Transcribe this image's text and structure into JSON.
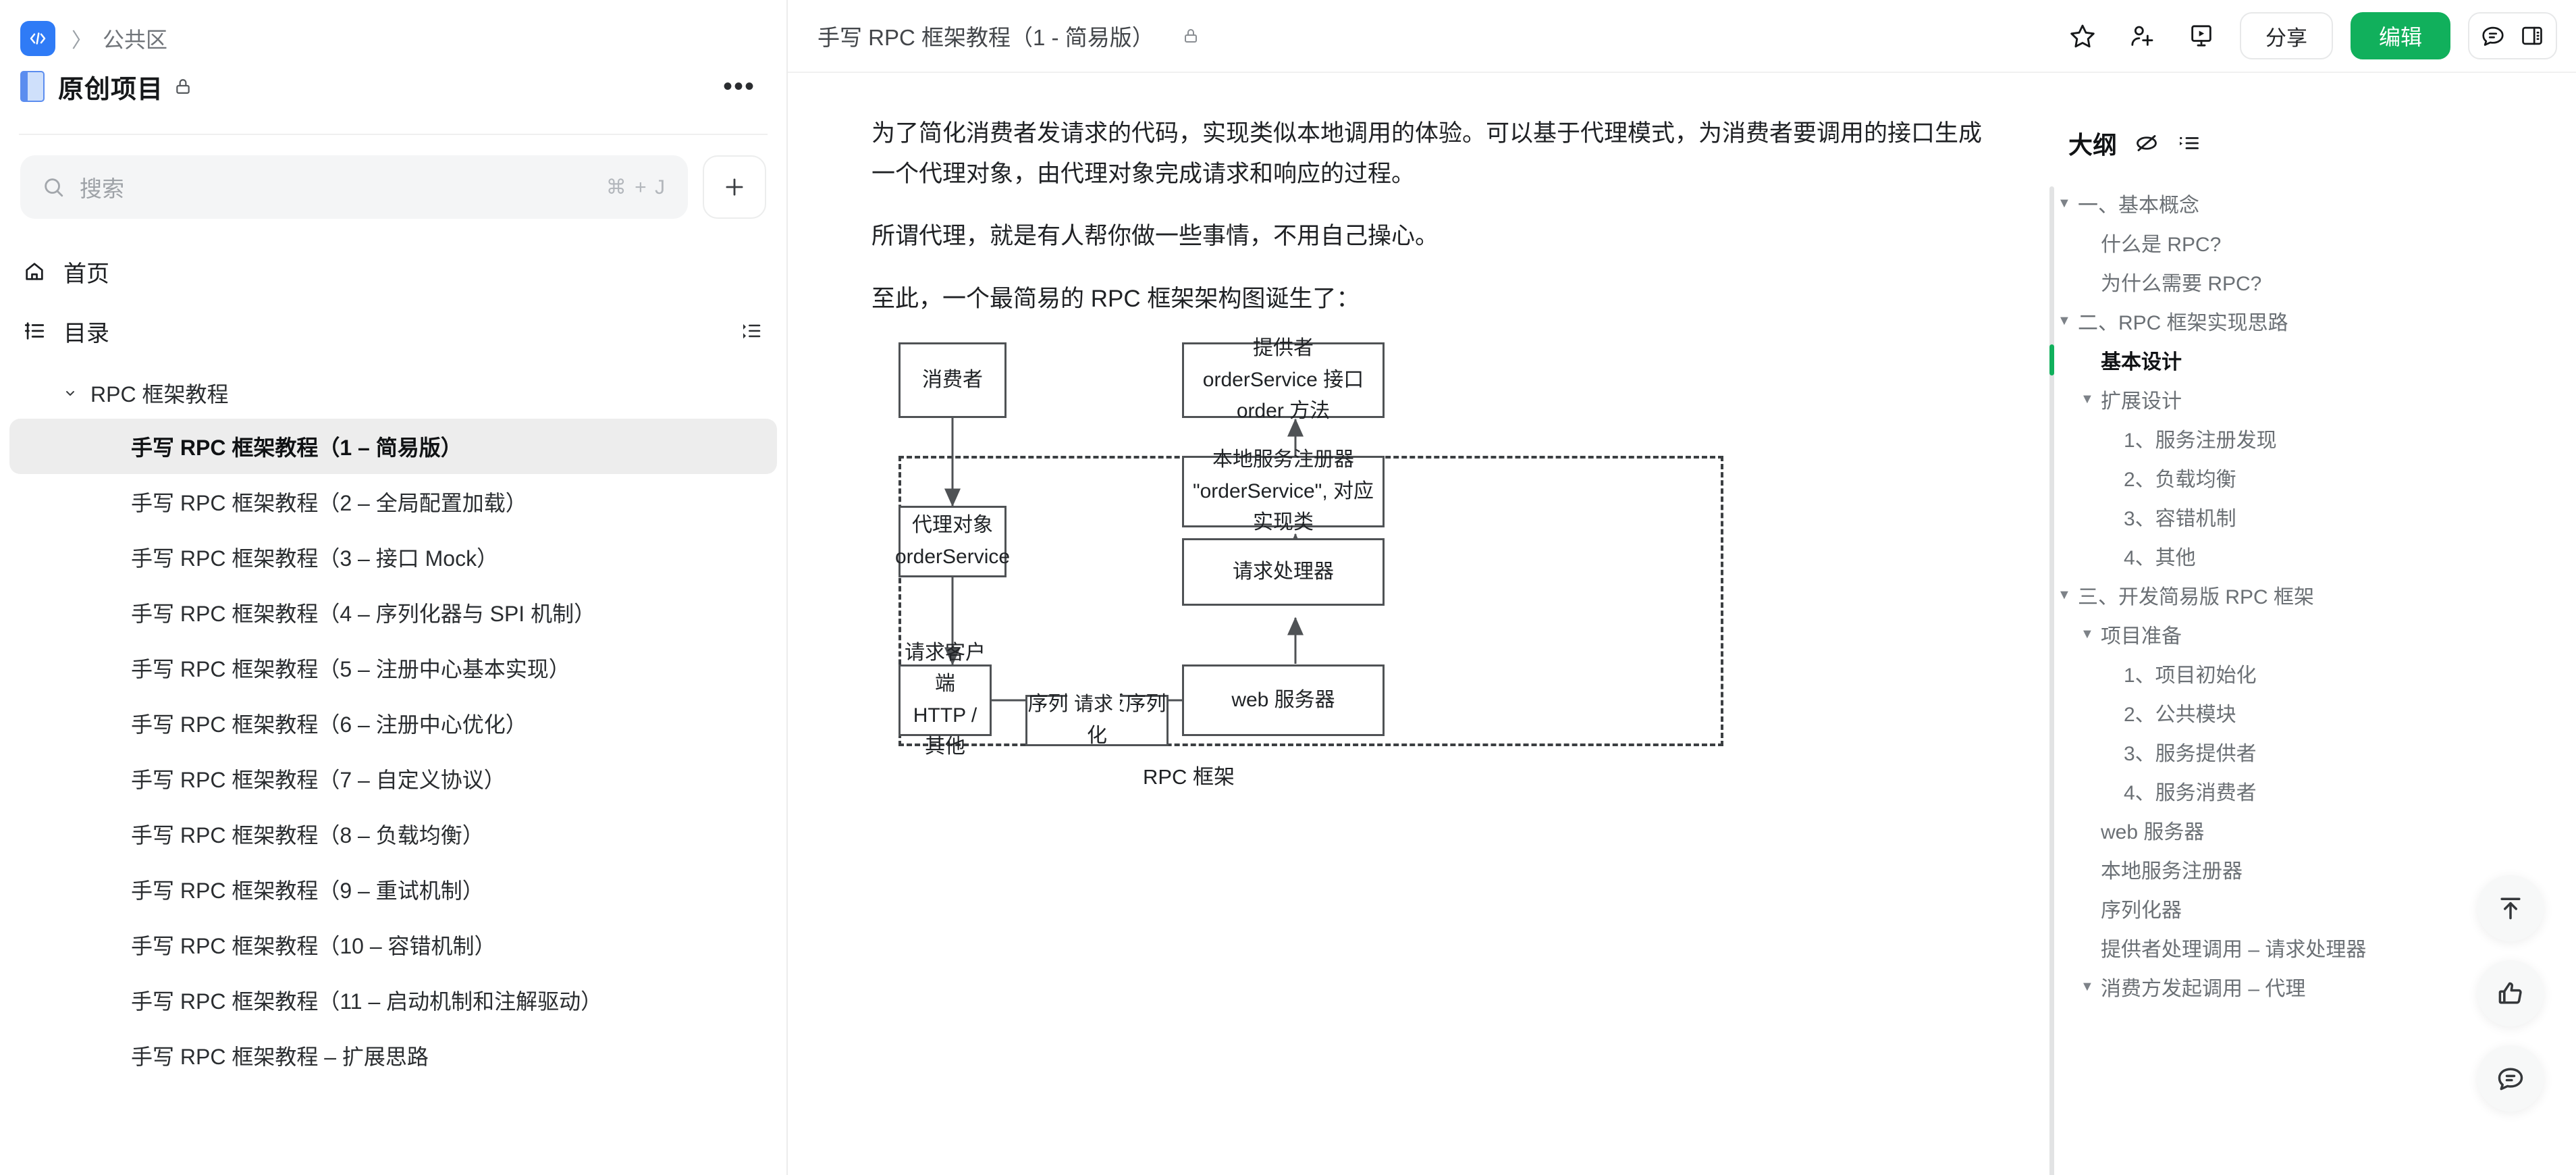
{
  "sidebar": {
    "breadcrumb": {
      "workspace": "公共区",
      "separator": "〉",
      "logo_glyph": "⟨⟩"
    },
    "project": {
      "title": "原创项目",
      "lock_icon": "lock-icon",
      "more_icon": "more-options-icon"
    },
    "search": {
      "placeholder": "搜索",
      "shortcut": "⌘ + J",
      "icon": "search-icon"
    },
    "add_button": {
      "label": "+",
      "icon": "plus-icon"
    },
    "nav": [
      {
        "label": "首页",
        "icon": "home-icon"
      },
      {
        "label": "目录",
        "icon": "directory-icon",
        "trailing_icon": "collapse-list-icon"
      }
    ],
    "tree_group": {
      "label": "RPC 框架教程",
      "caret": "chevron-down-icon"
    },
    "items": [
      {
        "label": "手写 RPC 框架教程（1 – 简易版）",
        "active": true
      },
      {
        "label": "手写 RPC 框架教程（2 – 全局配置加载）",
        "active": false
      },
      {
        "label": "手写 RPC 框架教程（3 – 接口 Mock）",
        "active": false
      },
      {
        "label": "手写 RPC 框架教程（4 – 序列化器与 SPI 机制）",
        "active": false
      },
      {
        "label": "手写 RPC 框架教程（5 – 注册中心基本实现）",
        "active": false
      },
      {
        "label": "手写 RPC 框架教程（6 – 注册中心优化）",
        "active": false
      },
      {
        "label": "手写 RPC 框架教程（7 – 自定义协议）",
        "active": false
      },
      {
        "label": "手写 RPC 框架教程（8 – 负载均衡）",
        "active": false
      },
      {
        "label": "手写 RPC 框架教程（9 – 重试机制）",
        "active": false
      },
      {
        "label": "手写 RPC 框架教程（10 – 容错机制）",
        "active": false
      },
      {
        "label": "手写 RPC 框架教程（11 – 启动机制和注解驱动）",
        "active": false
      },
      {
        "label": "手写 RPC 框架教程 – 扩展思路",
        "active": false
      }
    ]
  },
  "topbar": {
    "doc_title": "手写 RPC 框架教程（1 - 简易版）",
    "lock_icon": "lock-icon",
    "star_icon": "star-icon",
    "add_member_icon": "add-member-icon",
    "present_icon": "present-icon",
    "share_label": "分享",
    "edit_label": "编辑",
    "comment_icon": "comment-icon",
    "panel_icon": "side-panel-icon",
    "accent_color": "#11b05c"
  },
  "document": {
    "paragraphs": [
      "为了简化消费者发请求的代码，实现类似本地调用的体验。可以基于代理模式，为消费者要调用的接口生成一个代理对象，由代理对象完成请求和响应的过程。",
      "所谓代理，就是有人帮你做一些事情，不用自己操心。",
      "至此，一个最简易的 RPC 框架架构图诞生了："
    ]
  },
  "diagram": {
    "caption": "RPC 框架",
    "boxes": {
      "consumer": "消费者",
      "provider_line1": "提供者",
      "provider_line2": "orderService 接口",
      "provider_line3": "order 方法",
      "proxy_line1": "代理对象",
      "proxy_line2": "orderService",
      "registry_line1": "本地服务注册器",
      "registry_line2": "\"orderService\", 对应实现类",
      "handler": "请求处理器",
      "client_line1": "请求客户端",
      "client_line2": "HTTP / 其他",
      "webserver": "web 服务器",
      "serialization": "序列化 / 反序列化"
    },
    "edge_label_request": "请求"
  },
  "outline": {
    "title": "大纲",
    "hide_icon": "eye-off-icon",
    "list_icon": "outline-list-icon",
    "active_color": "#11b05c",
    "items": [
      {
        "label": "一、基本概念",
        "level": 0,
        "caret": true,
        "active": false
      },
      {
        "label": "什么是 RPC?",
        "level": 1,
        "caret": false,
        "active": false
      },
      {
        "label": "为什么需要 RPC?",
        "level": 1,
        "caret": false,
        "active": false
      },
      {
        "label": "二、RPC 框架实现思路",
        "level": 0,
        "caret": true,
        "active": false
      },
      {
        "label": "基本设计",
        "level": 1,
        "caret": false,
        "active": true
      },
      {
        "label": "扩展设计",
        "level": 1,
        "caret": true,
        "active": false
      },
      {
        "label": "1、服务注册发现",
        "level": 2,
        "caret": false,
        "active": false
      },
      {
        "label": "2、负载均衡",
        "level": 2,
        "caret": false,
        "active": false
      },
      {
        "label": "3、容错机制",
        "level": 2,
        "caret": false,
        "active": false
      },
      {
        "label": "4、其他",
        "level": 2,
        "caret": false,
        "active": false
      },
      {
        "label": "三、开发简易版 RPC 框架",
        "level": 0,
        "caret": true,
        "active": false
      },
      {
        "label": "项目准备",
        "level": 1,
        "caret": true,
        "active": false
      },
      {
        "label": "1、项目初始化",
        "level": 2,
        "caret": false,
        "active": false
      },
      {
        "label": "2、公共模块",
        "level": 2,
        "caret": false,
        "active": false
      },
      {
        "label": "3、服务提供者",
        "level": 2,
        "caret": false,
        "active": false
      },
      {
        "label": "4、服务消费者",
        "level": 2,
        "caret": false,
        "active": false
      },
      {
        "label": "web 服务器",
        "level": 1,
        "caret": false,
        "active": false
      },
      {
        "label": "本地服务注册器",
        "level": 1,
        "caret": false,
        "active": false
      },
      {
        "label": "序列化器",
        "level": 1,
        "caret": false,
        "active": false
      },
      {
        "label": "提供者处理调用 – 请求处理器",
        "level": 1,
        "caret": false,
        "active": false
      },
      {
        "label": "消费方发起调用 – 代理",
        "level": 1,
        "caret": true,
        "active": false
      }
    ]
  },
  "fabs": [
    {
      "icon": "scroll-to-top-icon"
    },
    {
      "icon": "thumbs-up-icon"
    },
    {
      "icon": "comment-icon"
    }
  ]
}
